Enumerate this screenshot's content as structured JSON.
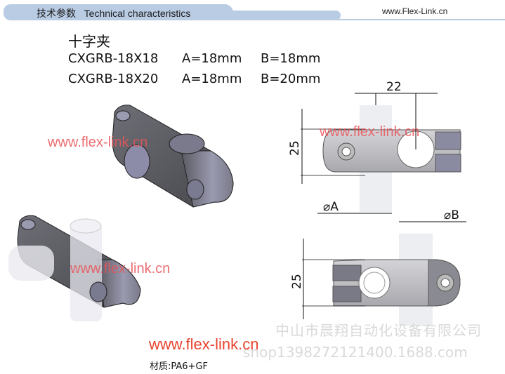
{
  "header": {
    "title_cn": "技术参数",
    "title_en": "Technical characteristics",
    "site_url": "www.Flex-Link.cn",
    "bar_color": "#b9cce4"
  },
  "product": {
    "name": "十字夹",
    "variants": [
      {
        "model": "CXGRB-18X18",
        "a": "A=18mm",
        "b": "B=18mm"
      },
      {
        "model": "CXGRB-18X20",
        "a": "A=18mm",
        "b": "B=20mm"
      }
    ],
    "material": "材质:PA6+GF"
  },
  "drawing": {
    "top_view": {
      "width_dim": "22",
      "height_dim": "25",
      "dia_a": "⌀A",
      "dia_b": "⌀B"
    },
    "side_view": {
      "height_dim": "25"
    }
  },
  "watermarks": {
    "flex_link": "www.flex-link.cn",
    "company": "中山市晨翔自动化设备有限公司",
    "shop": "shop1398272121400.1688.com"
  },
  "colors": {
    "watermark_red": "#e8452f",
    "part_gray": "#5c5c62"
  }
}
